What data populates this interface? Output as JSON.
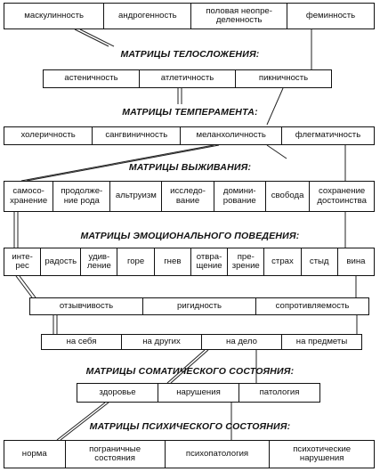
{
  "gender_row": [
    "маскулинность",
    "андрогенность",
    "половая неопре-\nделенность",
    "феминность"
  ],
  "headings": {
    "body_build": "МАТРИЦЫ ТЕЛОСЛОЖЕНИЯ:",
    "temperament": "МАТРИЦЫ ТЕМПЕРАМЕНТА:",
    "survival": "МАТРИЦЫ ВЫЖИВАНИЯ:",
    "emotional": "МАТРИЦЫ ЭМОЦИОНАЛЬНОГО ПОВЕДЕНИЯ:",
    "somatic": "МАТРИЦЫ СОМАТИЧЕСКОГО СОСТОЯНИЯ:",
    "mental": "МАТРИЦЫ ПСИХИЧЕСКОГО СОСТОЯНИЯ:"
  },
  "body_build_row": [
    "астеничность",
    "атлетичность",
    "пикничность"
  ],
  "temperament_row": [
    "холеричность",
    "сангвиничность",
    "меланхоличность",
    "флегматичность"
  ],
  "survival_row": [
    "самосо-\nхранение",
    "продолже-\nние рода",
    "альтруизм",
    "исследо-\nвание",
    "домини-\nрование",
    "свобода",
    "сохранение\nдостоинства"
  ],
  "emotional_row": [
    "инте-\nрес",
    "радость",
    "удив-\nление",
    "горе",
    "гнев",
    "отвра-\nщение",
    "пре-\nзрение",
    "страх",
    "стыд",
    "вина"
  ],
  "reactivity_row": [
    "отзывчивость",
    "ригидность",
    "сопротивляемость"
  ],
  "direction_row": [
    "на себя",
    "на других",
    "на дело",
    "на предметы"
  ],
  "somatic_row": [
    "здоровье",
    "нарушения",
    "патология"
  ],
  "mental_row": [
    "норма",
    "пограничные\nсостояния",
    "психопатология",
    "психотические\nнарушения"
  ]
}
